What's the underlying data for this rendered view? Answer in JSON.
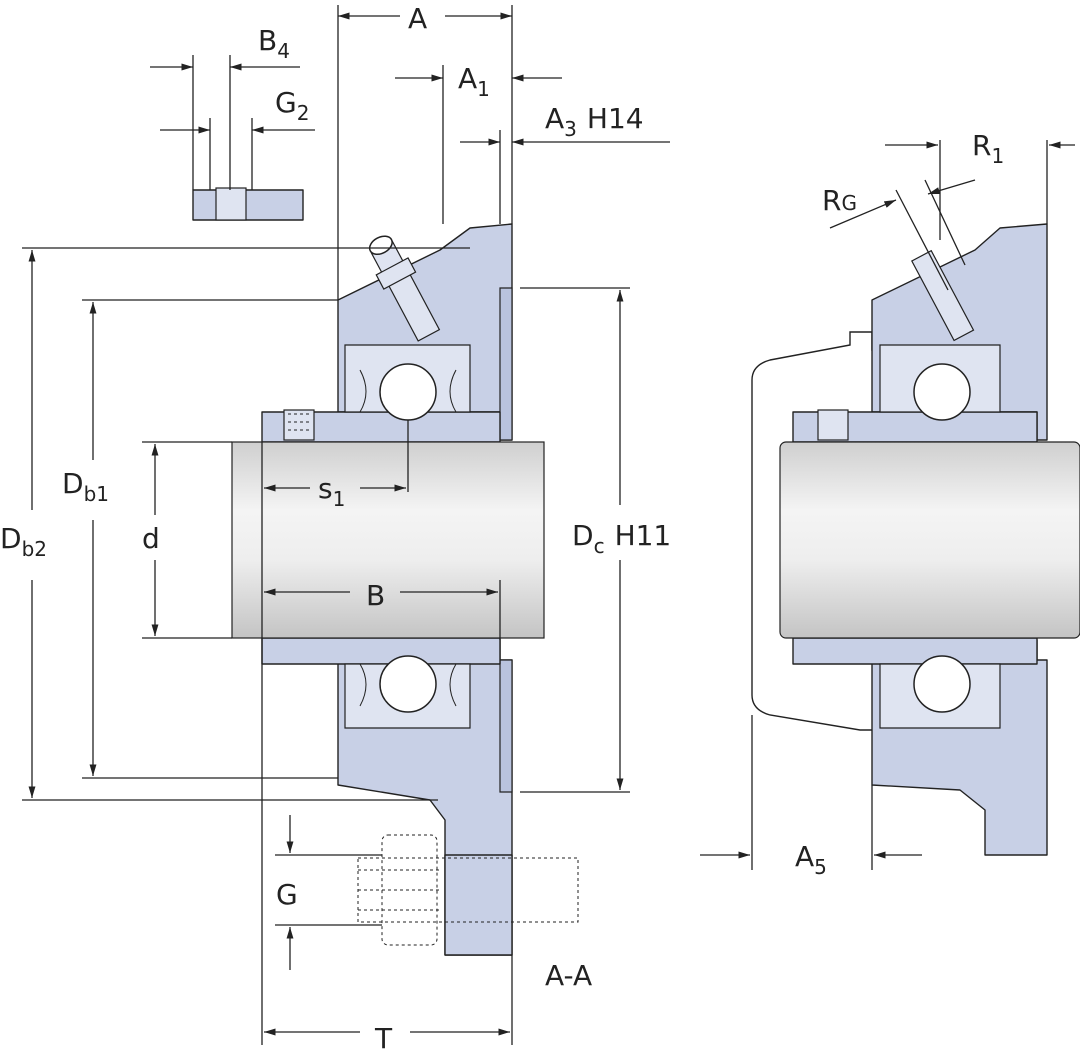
{
  "labels": {
    "A": "A",
    "A1": "A",
    "A1_sub": "1",
    "A3": "A",
    "A3_sub": "3",
    "A3_tol": "H14",
    "B4": "B",
    "B4_sub": "4",
    "G2": "G",
    "G2_sub": "2",
    "Db1": "D",
    "Db1_sub": "b1",
    "Db2": "D",
    "Db2_sub": "b2",
    "d": "d",
    "s1": "s",
    "s1_sub": "1",
    "B": "B",
    "Dc": "D",
    "Dc_sub": "c",
    "Dc_tol": "H11",
    "G": "G",
    "T": "T",
    "section": "A-A",
    "R1": "R",
    "R1_sub": "1",
    "RG": "R",
    "RG_sub": "G",
    "A5": "A",
    "A5_sub": "5"
  },
  "colors": {
    "housing": "#c8d0e6",
    "shaft_light": "#f2f2f2",
    "shaft_dark": "#c9c9c9",
    "line": "#222222"
  }
}
